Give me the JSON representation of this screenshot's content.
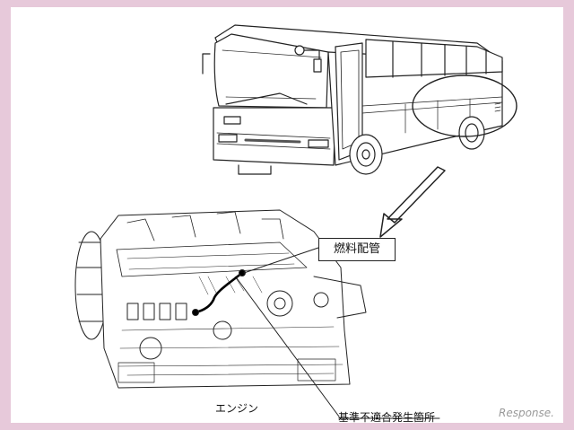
{
  "labels": {
    "fuel_pipe": "燃料配管",
    "defect_location": "基準不適合発生箇所",
    "engine": "エンジン"
  },
  "watermark": "Response."
}
